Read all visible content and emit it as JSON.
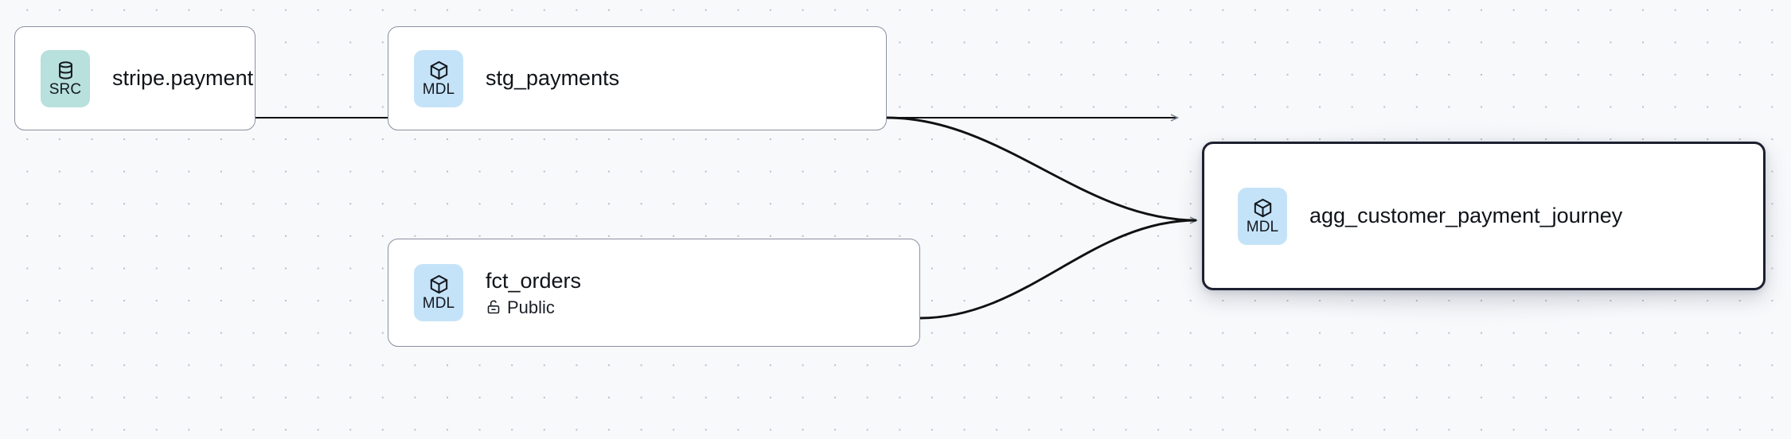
{
  "canvas": {
    "background_color": "#f7f9fb",
    "dot_color": "#b9bec9",
    "edge_color": "#111111",
    "node_border_color": "#8b90a0",
    "selected_border_color": "#1c2030",
    "src_badge_color": "#b8e0dd",
    "mdl_badge_color": "#c5e3f8"
  },
  "nodes": [
    {
      "id": "stripe-payment",
      "title": "stripe.payment",
      "badge_label": "SRC",
      "badge_icon": "database-icon",
      "badge_kind": "src",
      "subtitle": null,
      "subtitle_icon": null,
      "selected": false
    },
    {
      "id": "stg-payments",
      "title": "stg_payments",
      "badge_label": "MDL",
      "badge_icon": "cube-icon",
      "badge_kind": "mdl",
      "subtitle": null,
      "subtitle_icon": null,
      "selected": false
    },
    {
      "id": "fct-orders",
      "title": "fct_orders",
      "badge_label": "MDL",
      "badge_icon": "cube-icon",
      "badge_kind": "mdl",
      "subtitle": "Public",
      "subtitle_icon": "unlock-icon",
      "selected": false
    },
    {
      "id": "agg-customer-payment-journey",
      "title": "agg_customer_payment_journey",
      "badge_label": "MDL",
      "badge_icon": "cube-icon",
      "badge_kind": "mdl",
      "subtitle": null,
      "subtitle_icon": null,
      "selected": true
    }
  ],
  "edges": [
    {
      "id": "edge-stripe-to-stg",
      "from": "stripe-payment",
      "to": "stg-payments"
    },
    {
      "id": "edge-stg-to-agg",
      "from": "stg-payments",
      "to": "agg-customer-payment-journey"
    },
    {
      "id": "edge-fct-to-agg",
      "from": "fct-orders",
      "to": "agg-customer-payment-journey"
    }
  ]
}
